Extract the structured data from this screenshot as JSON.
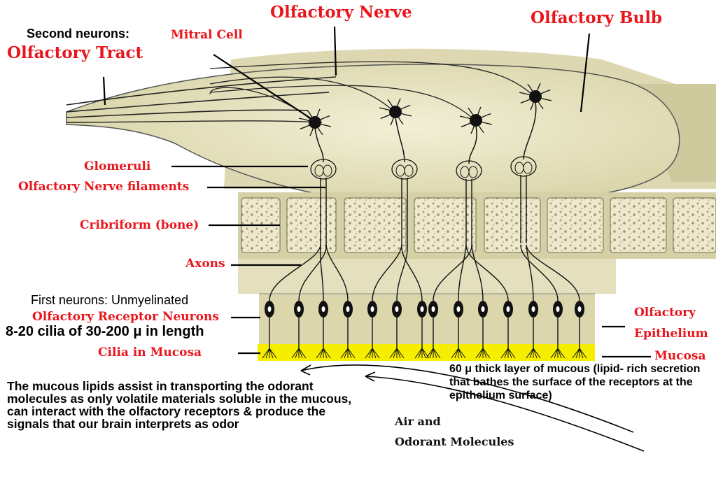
{
  "labels": {
    "olfactory_nerve": "Olfactory Nerve",
    "olfactory_bulb": "Olfactory Bulb",
    "second_neurons": "Second neurons:",
    "olfactory_tract": "Olfactory Tract",
    "mitral_cell": "Mitral Cell",
    "glomeruli": "Glomeruli",
    "olfactory_nerve_filaments": "Olfactory Nerve filaments",
    "cribriform": "Cribriform (bone)",
    "axons": "Axons",
    "first_neurons": "First neurons: Unmyelinated",
    "olfactory_receptor_neurons": "Olfactory Receptor Neurons",
    "cilia_length_prefix": "8-20 cilia of 30-200",
    "cilia_length_unit": "μ",
    "cilia_length_suffix": "in length",
    "cilia_in_mucosa": "Cilia in Mucosa",
    "olfactory_epithelium_line1": "Olfactory",
    "olfactory_epithelium_line2": "Epithelium",
    "mucosa": "Mucosa",
    "mucous_note_prefix": "60",
    "mucous_note_unit": "μ",
    "mucous_note_rest": "thick layer of mucous (lipid- rich secretion that bathes the surface of the receptors at the epithelium surface)",
    "air_line1": "Air and",
    "air_line2": "Odorant Molecules",
    "mucous_paragraph": "The mucous lipids assist in transporting the odorant molecules as only volatile materials soluble in the mucous, can interact with the olfactory receptors & produce the signals that our brain interprets as odor"
  },
  "colors": {
    "label_red": "#e8161c",
    "bulb_fill": "#e9e6c4",
    "bone_fill": "#ece7c9",
    "mucosa_yellow": "#f5ee00",
    "neuron_dark": "#111111"
  }
}
